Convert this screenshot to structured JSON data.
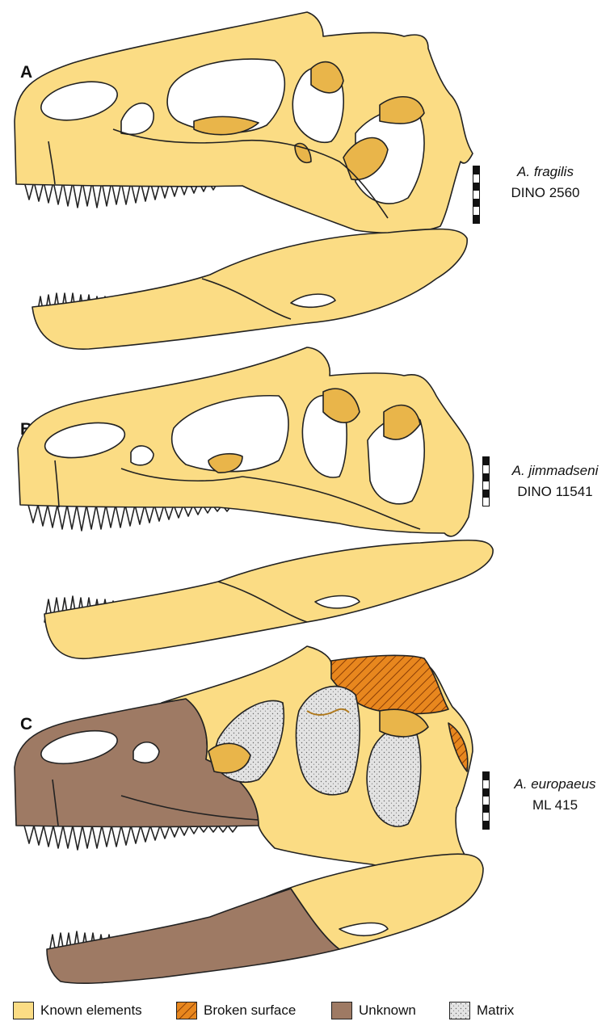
{
  "panels": [
    {
      "letter": "A",
      "species": "A. fragilis",
      "specimen": "DINO 2560"
    },
    {
      "letter": "B",
      "species": "A. jimmadseni",
      "specimen": "DINO 11541"
    },
    {
      "letter": "C",
      "species": "A. europaeus",
      "specimen": "ML 415"
    }
  ],
  "legend": [
    {
      "label": "Known elements",
      "color": "#fbdc84",
      "pattern": "solid"
    },
    {
      "label": "Broken surface",
      "color": "#e8871e",
      "pattern": "hatched"
    },
    {
      "label": "Unknown",
      "color": "#9e7a64",
      "pattern": "solid"
    },
    {
      "label": "Matrix",
      "color": "#e3e3e3",
      "pattern": "dotted"
    }
  ],
  "colors": {
    "known": "#fbdc84",
    "known_dark": "#e9b54a",
    "broken": "#e8871e",
    "unknown": "#9e7a64",
    "matrix": "#e3e3e3",
    "outline": "#222222",
    "tooth": "#ffffff"
  }
}
